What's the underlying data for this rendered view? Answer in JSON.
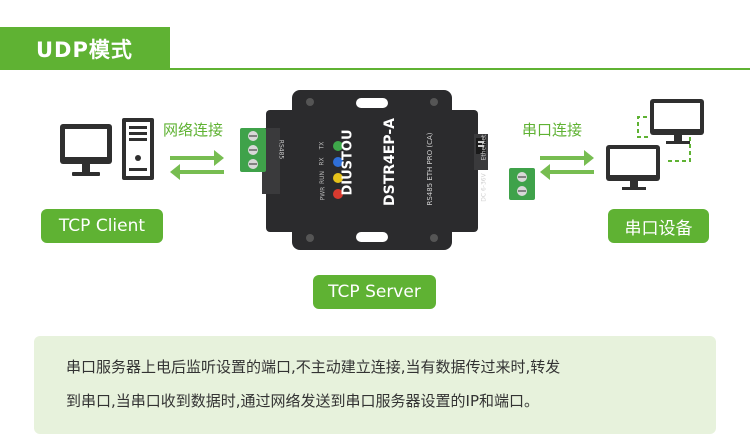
{
  "header": {
    "title": "UDP模式"
  },
  "diagram": {
    "client_label": "TCP Client",
    "server_label": "TCP Server",
    "serial_label": "串口设备",
    "left_link_label": "网络连接",
    "right_link_label": "串口连接",
    "device": {
      "brand": "DIUSTOU",
      "model": "DSTR4EP-A",
      "sub": "RS485 ETH PRO (CA)",
      "port_rs485": "RS485",
      "port_ethernet": "Ethernet",
      "power_spec": "DC 6-36V",
      "led_labels": [
        "TX",
        "RX",
        "RUN",
        "PWR"
      ]
    }
  },
  "description": {
    "line1": "串口服务器上电后监听设置的端口,不主动建立连接,当有数据传过来时,转发",
    "line2": "到串口,当串口收到数据时,通过网络发送到串口服务器设置的IP和端口。"
  },
  "colors": {
    "accent": "#5fb233",
    "info_bg": "#e7f2dc",
    "device": "#2b2b2d"
  }
}
